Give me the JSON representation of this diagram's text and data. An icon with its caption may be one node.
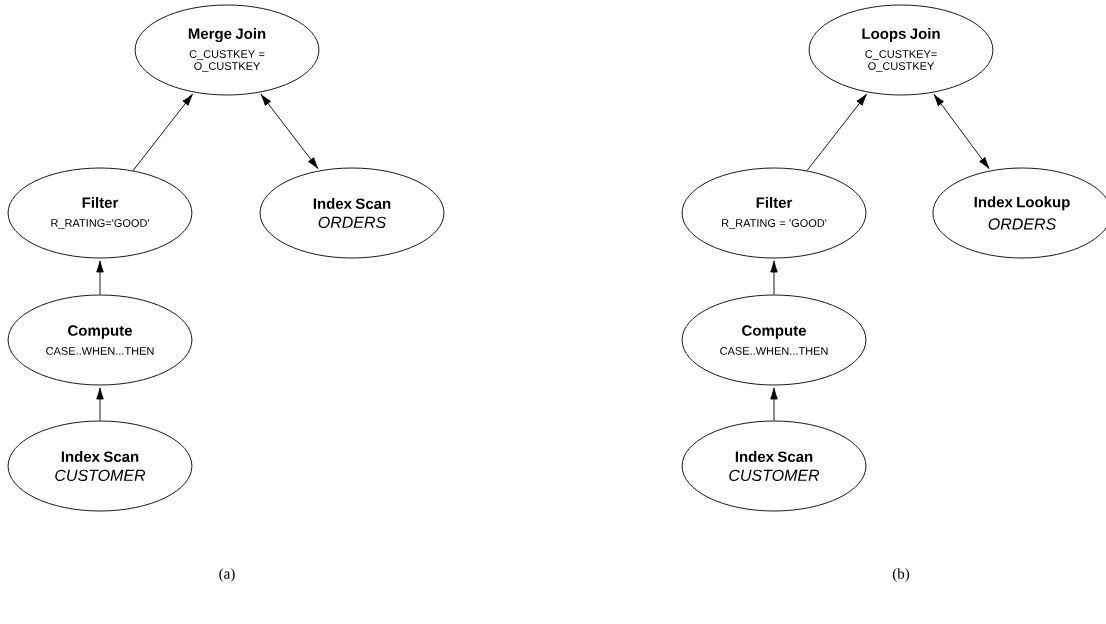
{
  "diagram": {
    "nodes": [
      {
        "text": [
          "Merge Join",
          "C_CUSTKEY = O_CUSTKEY"
        ]
      },
      {
        "text": [
          "Filter",
          "R_RATING='GOOD'"
        ]
      },
      {
        "text": [
          "Index Scan",
          "ORDERS"
        ]
      },
      {
        "text": [
          "Compute",
          "CASE..WHEN...THEN"
        ]
      },
      {
        "text": [
          "Index Scan",
          "CUSTOMER"
        ]
      },
      {
        "text": [
          "Loops Join",
          "C_CUSTKEY= O_CUSTKEY"
        ]
      },
      {
        "text": [
          "Filter",
          "R_RATING = 'GOOD'"
        ]
      },
      {
        "text": [
          "Index Lookup",
          "ORDERS"
        ]
      },
      {
        "text": [
          "Compute",
          "CASE..WHEN...THEN"
        ]
      },
      {
        "text": [
          "Index Scan",
          "CUSTOMER"
        ]
      }
    ],
    "edges": [
      {
        "from": 1,
        "to": 0,
        "arrow": "to"
      },
      {
        "from": 0,
        "to": 2,
        "arrow": "both"
      },
      {
        "from": 3,
        "to": 1,
        "arrow": "to"
      },
      {
        "from": 4,
        "to": 3,
        "arrow": "to"
      },
      {
        "from": 6,
        "to": 5,
        "arrow": "to"
      },
      {
        "from": 5,
        "to": 7,
        "arrow": "both"
      },
      {
        "from": 8,
        "to": 6,
        "arrow": "to"
      },
      {
        "from": 9,
        "to": 8,
        "arrow": "to"
      }
    ],
    "labels": [
      "(a)",
      "(b)"
    ]
  }
}
